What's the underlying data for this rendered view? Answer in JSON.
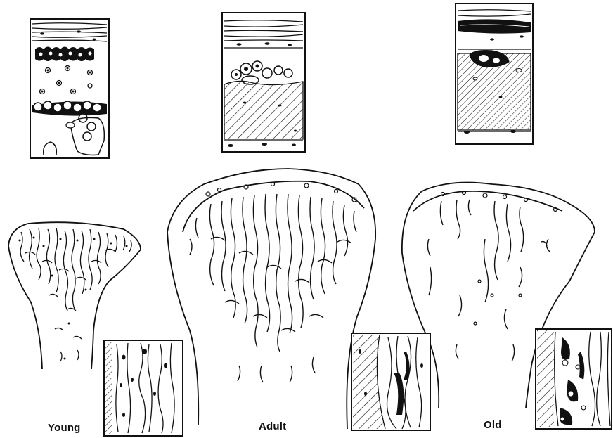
{
  "stages": [
    {
      "key": "young",
      "label": "Young"
    },
    {
      "key": "adult",
      "label": "Adult"
    },
    {
      "key": "old",
      "label": "Old"
    }
  ],
  "colors": {
    "ink": "#111111",
    "paper": "#ffffff"
  }
}
